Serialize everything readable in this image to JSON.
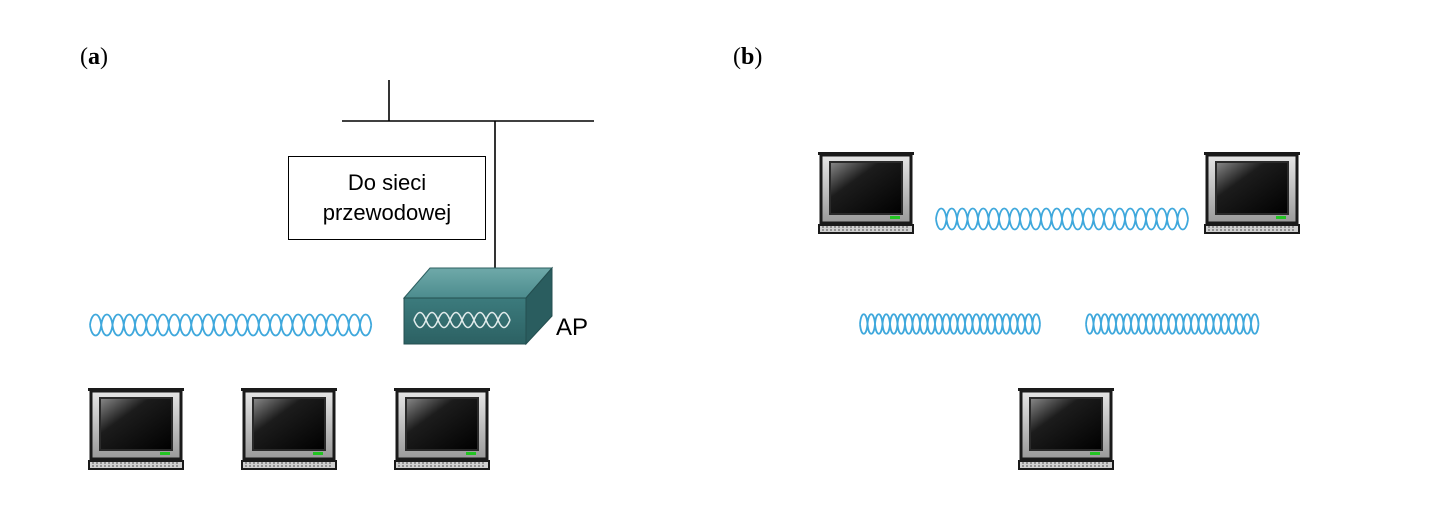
{
  "panels": {
    "a": {
      "open": "(",
      "letter": "a",
      "close": ")"
    },
    "b": {
      "open": "(",
      "letter": "b",
      "close": ")"
    }
  },
  "wired_network": {
    "line1": "Do sieci",
    "line2": "przewodowej"
  },
  "access_point": {
    "label": "AP"
  },
  "colors": {
    "wave": "#3fa8dc",
    "ap_body": "#3e7a7c",
    "monitor_frame": "#1a1a1a",
    "screen": "#0a0a0a",
    "led": "#22c422"
  },
  "icons": {
    "computer": "computer-icon",
    "access_point": "access-point-icon",
    "wireless": "wireless-signal-icon"
  }
}
